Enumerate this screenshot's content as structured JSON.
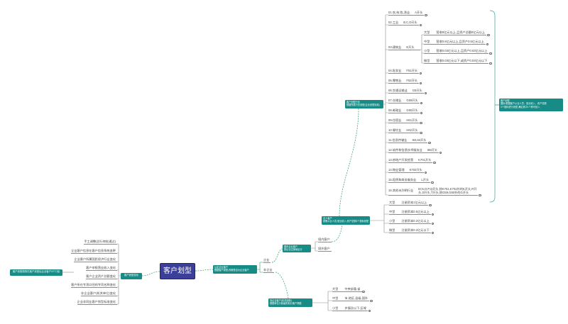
{
  "colors": {
    "topic_teal": "#178b86",
    "central_blue": "#3b3f99",
    "connector_green": "#2f9e6e"
  },
  "central_topic": "客户划型",
  "left_note": "客户划型原则在客户划型后企业客户3个口径",
  "change_topic": "客户划型变化",
  "change_triggers": [
    "手工调整(总行审批通过)",
    "企业客户信息在客户信息系统变更",
    "企业客户所属国民经济行业变化",
    "客户申报营业收入变化",
    "客户企业资产总额变化",
    "客户所在专项口径的专项名称变化",
    "非企业客户(机关单位)变化",
    "企业非同业客户划型标准变化"
  ],
  "type_topic": {
    "title": "认定企业客户",
    "desc": "根据客户类型,判断是否为企业客户"
  },
  "branches": {
    "enterprise": "企业",
    "non_enterprise": "非企业"
  },
  "domestic_topic": {
    "title": "国内企业客户",
    "desc": "按企业注册地区分"
  },
  "regions": {
    "domestic": "境内客户",
    "foreign": "境外客户"
  },
  "legal_topic": {
    "title": "法人客户",
    "desc": "按照从业人员,营业收入,资产总额3个指标划型"
  },
  "capital_sizes": [
    {
      "size": "大型",
      "criterion": "注册资本1亿元以上"
    },
    {
      "size": "中型",
      "criterion": "注册资本0.5亿元以上"
    },
    {
      "size": "小型",
      "criterion": "注册资本0.2亿元以上"
    },
    {
      "size": "微型",
      "criterion": "注册资本0.2亿元以下"
    }
  ],
  "industry_topic": {
    "title": "客户划型行业",
    "desc": "根据所属行业划型(企业划型标准)"
  },
  "industries": [
    {
      "name": "01.农,林,牧,渔业",
      "code": "A开头"
    },
    {
      "name": "02.工业",
      "code": "B,C,D开头"
    },
    {
      "name": "03.建筑业",
      "code": "E开头"
    },
    {
      "name": "04.批发业",
      "code": "F51开头"
    },
    {
      "name": "05.零售业",
      "code": "F52开头"
    },
    {
      "name": "06.交通运输业",
      "code": "G5开头"
    },
    {
      "name": "07.仓储业",
      "code": "G59开头"
    },
    {
      "name": "08.邮政业",
      "code": "G60开头"
    },
    {
      "name": "09.住宿业",
      "code": "H61开头"
    },
    {
      "name": "10.餐饮业",
      "code": "H62开头"
    },
    {
      "name": "11.信息传输业",
      "code": "I63,64开头"
    },
    {
      "name": "12.软件和信息技术服务业",
      "code": "I65开头"
    },
    {
      "name": "13.房地产开发经营",
      "code": "K701开头"
    },
    {
      "name": "14.物业管理",
      "code": "K702开头"
    },
    {
      "name": "15.租赁和商务服务业",
      "code": "L开头"
    },
    {
      "name": "16.其他未列明行业",
      "code_lines": [
        "M,N,O,P,Q开头,除K701,K702外的K开头,R开",
        "头,S开头,T开头,除G59,G60外的G开头"
      ]
    }
  ],
  "construction_sizes": [
    {
      "size": "大型",
      "criterion": "营收8亿元以上,且资产总额8亿元以上"
    },
    {
      "size": "中型",
      "criterion": "营收0.6亿元以上,且资产0.5亿元以上"
    },
    {
      "size": "小型",
      "criterion": "营收0.03亿元以上,且资产0.03亿元以上"
    },
    {
      "size": "微型",
      "criterion": "营收0.03亿元以下,或资产0.03亿元以下"
    }
  ],
  "admin_topic": {
    "title": "非企业客户(机关团体)",
    "desc": "根据单位行政级别划分客户规模"
  },
  "admin_sizes": [
    {
      "size": "大型",
      "criterion": "中央部委,省"
    },
    {
      "size": "中型",
      "criterion": "市,地区,县级,国外"
    },
    {
      "size": "小型",
      "criterion": "乡镇及以下,区域"
    }
  ],
  "summary_note": {
    "title": "客户划型",
    "line1": "国标:根据客户从业人员、营业收入、资产总额",
    "line2": "3个指标进行划型,满足其中1个即可划入"
  }
}
